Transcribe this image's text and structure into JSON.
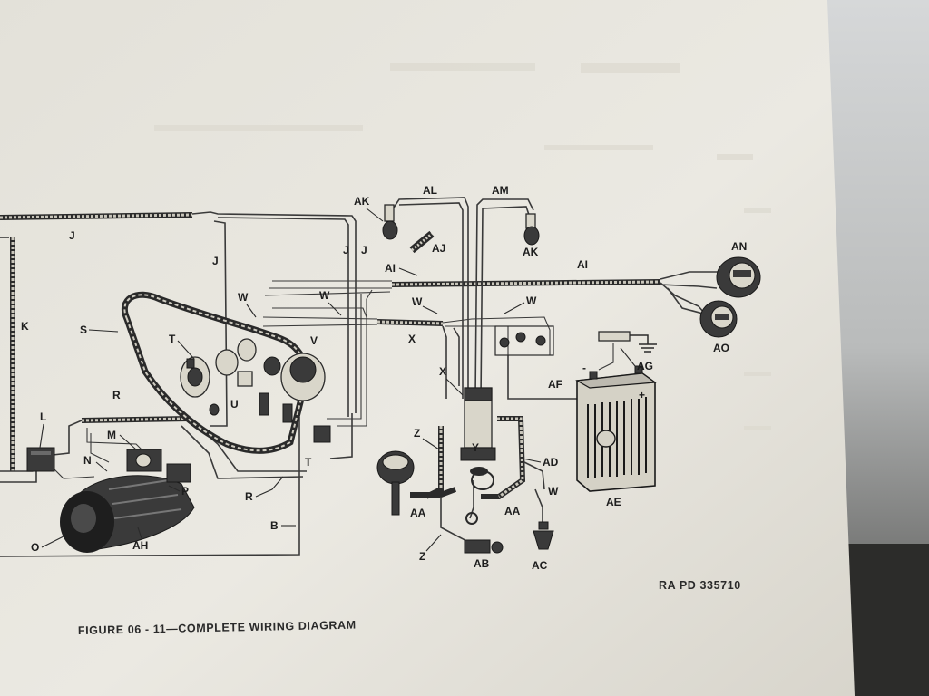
{
  "figure": {
    "caption": "FIGURE 06 - 11—COMPLETE WIRING DIAGRAM",
    "reference": "RA PD 335710"
  },
  "labels": {
    "j_top": "J",
    "j_mid1": "J",
    "j_mid2": "J",
    "j_left": "J",
    "k": "K",
    "s": "S",
    "t_upper": "T",
    "t_lower": "T",
    "u": "U",
    "v": "V",
    "w1": "W",
    "w2": "W",
    "w3": "W",
    "w4": "W",
    "w5": "W",
    "x1": "X",
    "x2": "X",
    "y": "Y",
    "z1": "Z",
    "z2": "Z",
    "r1": "R",
    "r2": "R",
    "l": "L",
    "m": "M",
    "n": "N",
    "o": "O",
    "p": "P",
    "ah": "AH",
    "b": "B",
    "ak1": "AK",
    "ak2": "AK",
    "al": "AL",
    "am": "AM",
    "aj": "AJ",
    "ai1": "AI",
    "ai2": "AI",
    "an": "AN",
    "ao": "AO",
    "ag": "AG",
    "af": "AF",
    "ae": "AE",
    "ad": "AD",
    "aa1": "AA",
    "aa2": "AA",
    "ab": "AB",
    "ac": "AC"
  },
  "colors": {
    "paper": "#e9e7df",
    "ink": "#2b2b2b",
    "background": "#8f8f8c"
  }
}
